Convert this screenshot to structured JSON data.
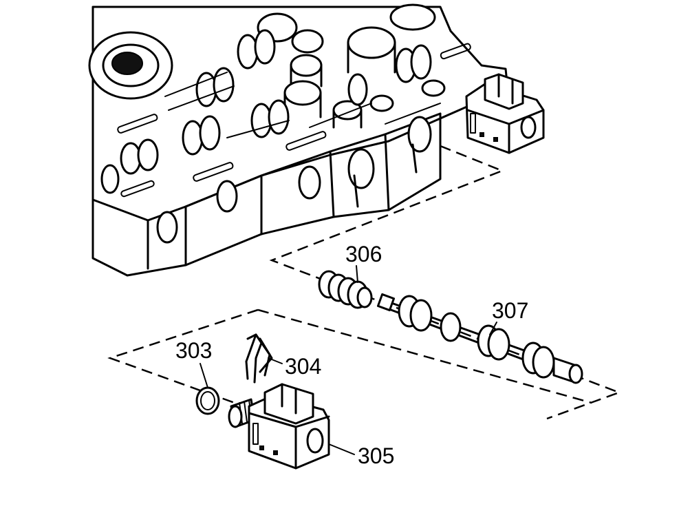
{
  "callouts": {
    "c303": "303",
    "c304": "304",
    "c305": "305",
    "c306": "306",
    "c307": "307"
  }
}
